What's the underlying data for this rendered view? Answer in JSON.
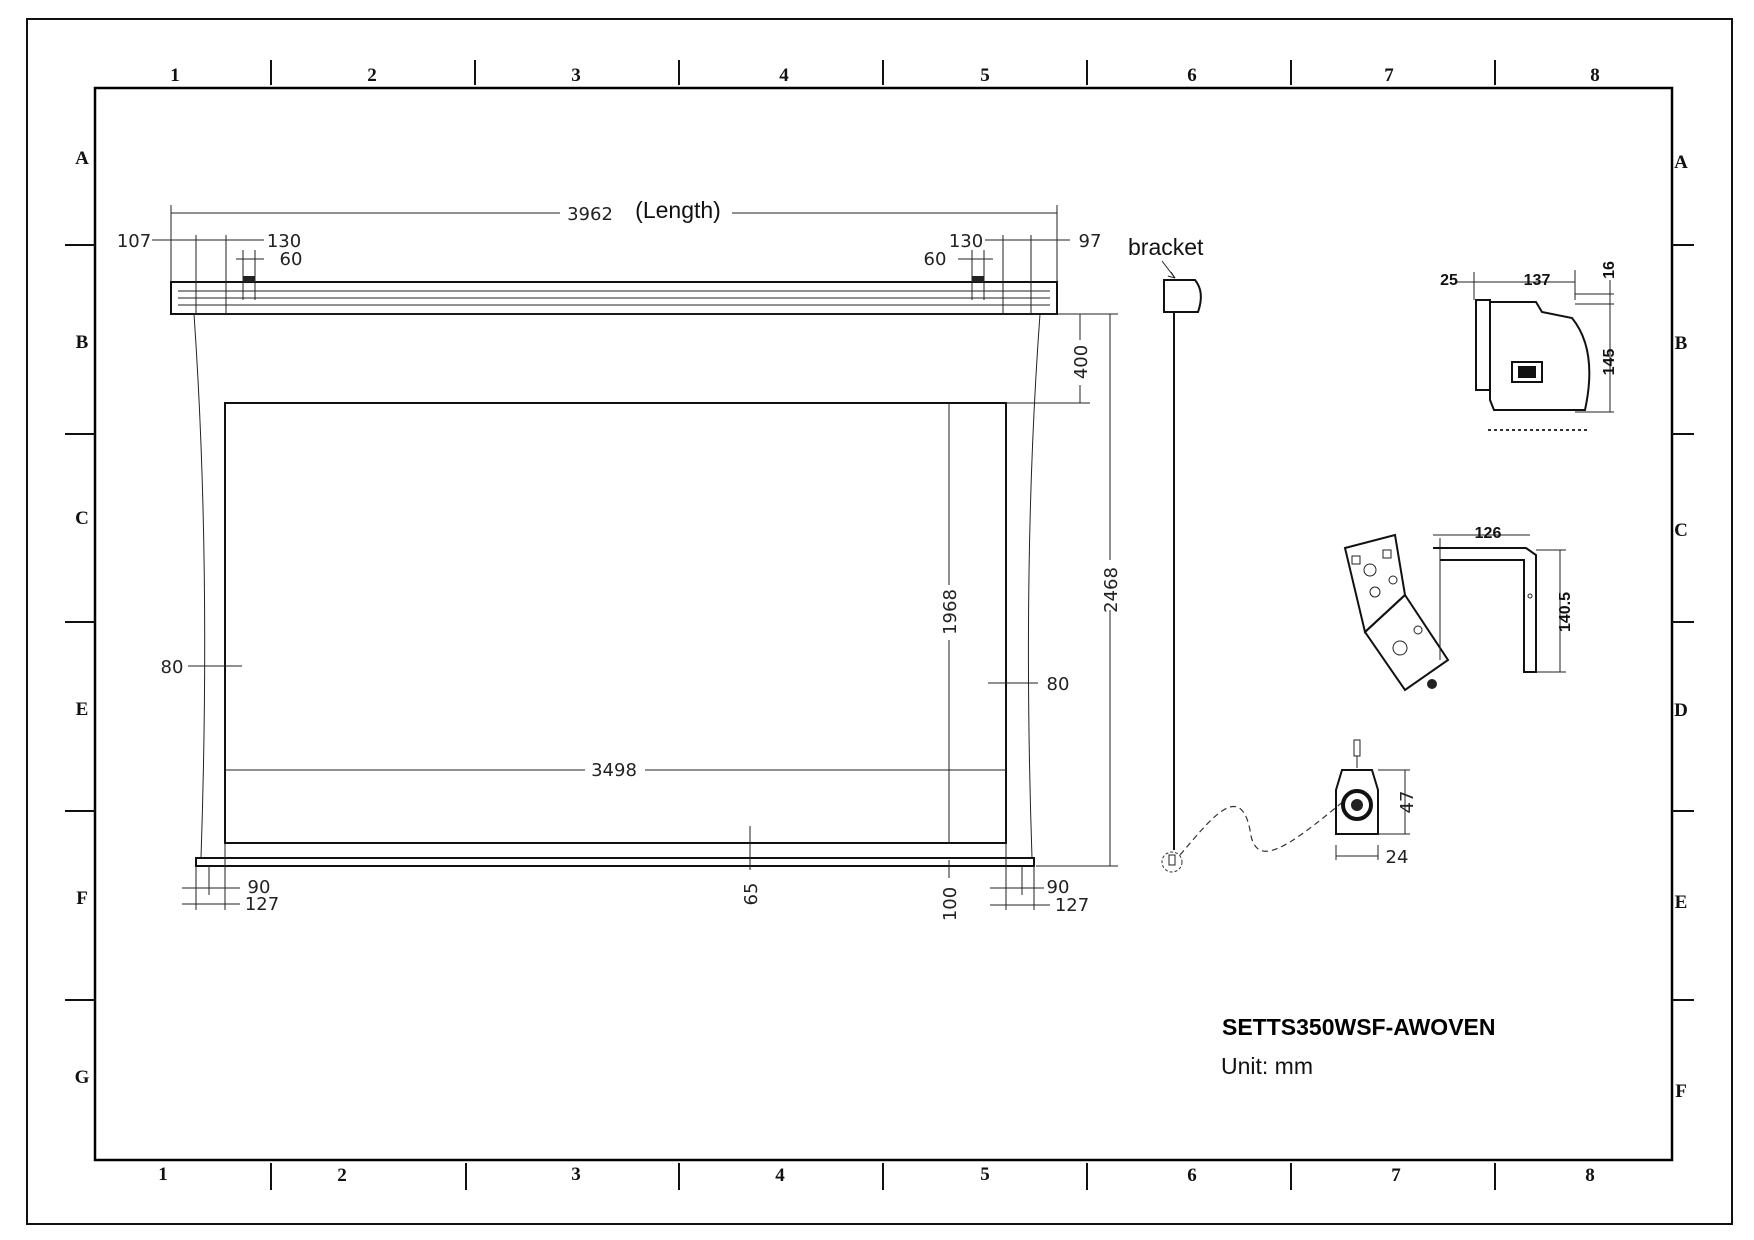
{
  "grid": {
    "columns": [
      "1",
      "2",
      "3",
      "4",
      "5",
      "6",
      "7",
      "8"
    ],
    "rows_left": [
      "A",
      "B",
      "C",
      "E",
      "F",
      "G"
    ],
    "rows_right": [
      "A",
      "B",
      "C",
      "D",
      "E",
      "F"
    ]
  },
  "main_view": {
    "length": "3962",
    "length_label": "(Length)",
    "left_offset_1": "107",
    "left_offset_2": "130",
    "left_offset_3": "60",
    "right_offset_1": "130",
    "right_offset_2": "97",
    "right_offset_3": "60",
    "top_drop": "400",
    "total_height": "2468",
    "view_height": "1968",
    "view_width": "3498",
    "left_border": "80",
    "right_border": "80",
    "bottom_border": "65",
    "bottom_left_1": "90",
    "bottom_left_2": "127",
    "bottom_right_1": "90",
    "bottom_right_2": "127",
    "bottom_drop": "100"
  },
  "bracket_label": "bracket",
  "housing_section": {
    "d1": "25",
    "d2": "137",
    "d3": "16",
    "d4": "145"
  },
  "bracket_detail": {
    "width": "126",
    "height": "140.5"
  },
  "receiver": {
    "height": "47",
    "width": "24"
  },
  "model": "SETTS350WSF-AWOVEN",
  "unit": "Unit: mm",
  "colors": {
    "line": "#222222",
    "background": "#ffffff"
  }
}
